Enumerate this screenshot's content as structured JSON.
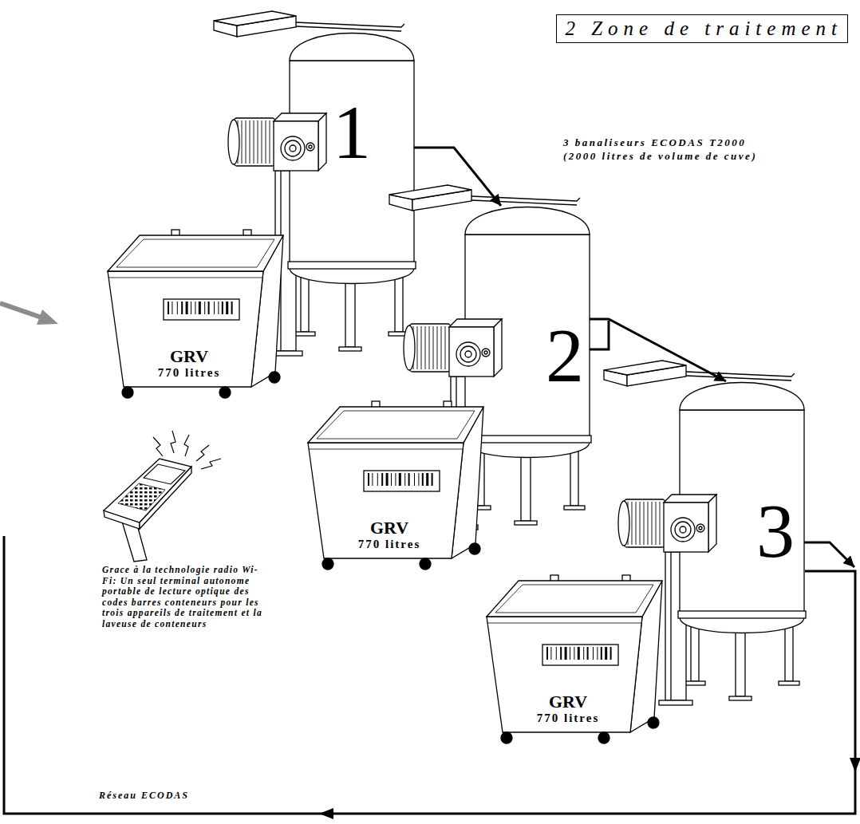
{
  "diagram": {
    "title": "2 Zone de traitement",
    "nodes": [
      {
        "text": [
          "1"
        ]
      },
      {
        "text": [
          "GRV",
          "770 litres"
        ]
      },
      {
        "text": [
          "2"
        ]
      },
      {
        "text": [
          "GRV",
          "770 litres"
        ]
      },
      {
        "text": [
          "3"
        ]
      },
      {
        "text": [
          "GRV",
          "770 litres"
        ]
      }
    ],
    "edges": [
      {
        "from": 0,
        "to": 2,
        "arrow": "to"
      },
      {
        "from": 2,
        "to": 4,
        "arrow": "to"
      }
    ],
    "labels": [
      "3 banaliseurs ECODAS T2000 (2000 litres de volume de cuve)",
      "Grace à la technologie radio Wi-Fi: Un seul terminal autonome portable de lecture optique des codes barres conteneurs pour les trois appareils de traitement et la laveuse de conteneurs",
      "Réseau ECODAS"
    ]
  }
}
